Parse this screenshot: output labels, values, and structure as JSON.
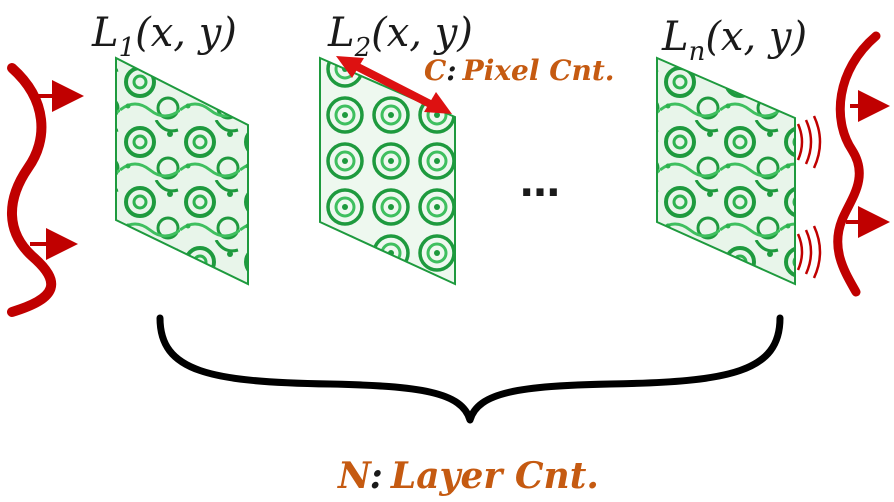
{
  "layers": [
    {
      "name": "L",
      "subscript": "1",
      "args": "(x, y)"
    },
    {
      "name": "L",
      "subscript": "2",
      "args": "(x, y)"
    },
    {
      "name": "L",
      "subscript": "n",
      "args": "(x, y)"
    }
  ],
  "ellipsis": "…",
  "pixel_count": {
    "symbol": "C",
    "sep": ":",
    "text": "Pixel Cnt."
  },
  "layer_count": {
    "symbol": "N",
    "sep": ":",
    "text": "Layer Cnt."
  },
  "colors": {
    "wave": "#c00000",
    "label_accent": "#c55a11",
    "layer_green": "#1e9a3e",
    "layer_light": "#e8f5ea",
    "brace": "#000000",
    "text": "#1a1a1a"
  }
}
